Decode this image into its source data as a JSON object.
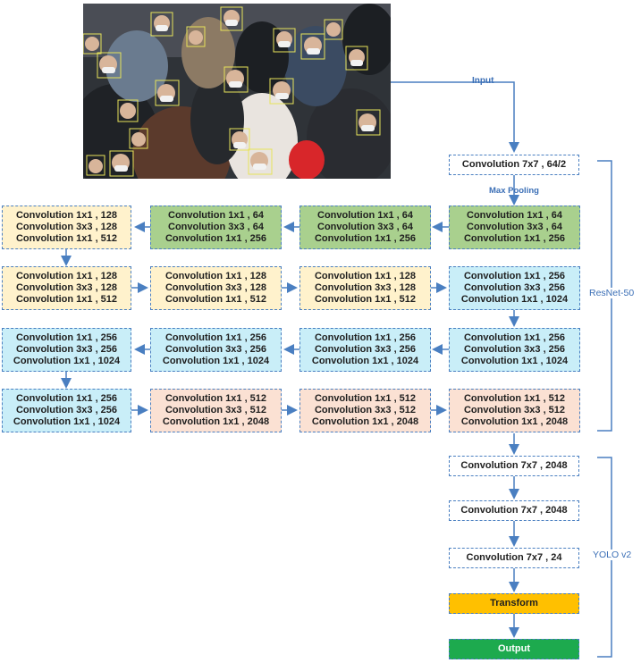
{
  "colors": {
    "arrow": "#4a7fc1",
    "stage1": "#a9d08e",
    "stage2": "#fff2cc",
    "stage3": "#c9eef8",
    "stage4": "#fbe1d3",
    "transform": "#ffc000",
    "output": "#1daa4e",
    "white": "#ffffff"
  },
  "labels": {
    "input": "Input",
    "max_pooling": "Max Pooling",
    "resnet": "ResNet-50",
    "yolo": "YOLO v2"
  },
  "blocks": {
    "conv_first": "Convolution 7x7 , 64/2",
    "r1c1": [
      "Convolution 1x1 , 128",
      "Convolution 3x3 , 128",
      "Convolution 1x1 , 512"
    ],
    "r1c2": [
      "Convolution 1x1 , 64",
      "Convolution 3x3 , 64",
      "Convolution 1x1 , 256"
    ],
    "r1c3": [
      "Convolution 1x1 , 64",
      "Convolution 3x3 , 64",
      "Convolution 1x1 , 256"
    ],
    "r1c4": [
      "Convolution 1x1 , 64",
      "Convolution 3x3 , 64",
      "Convolution 1x1 , 256"
    ],
    "r2c1": [
      "Convolution 1x1 , 128",
      "Convolution 3x3 , 128",
      "Convolution 1x1 , 512"
    ],
    "r2c2": [
      "Convolution 1x1 , 128",
      "Convolution 3x3 , 128",
      "Convolution 1x1 , 512"
    ],
    "r2c3": [
      "Convolution 1x1 , 128",
      "Convolution 3x3 , 128",
      "Convolution 1x1 , 512"
    ],
    "r2c4": [
      "Convolution 1x1 , 256",
      "Convolution 3x3 , 256",
      "Convolution 1x1 , 1024"
    ],
    "r3c1": [
      "Convolution 1x1 , 256",
      "Convolution 3x3 , 256",
      "Convolution 1x1 , 1024"
    ],
    "r3c2": [
      "Convolution 1x1 , 256",
      "Convolution 3x3 , 256",
      "Convolution 1x1 , 1024"
    ],
    "r3c3": [
      "Convolution 1x1 , 256",
      "Convolution 3x3 , 256",
      "Convolution 1x1 , 1024"
    ],
    "r3c4": [
      "Convolution 1x1 , 256",
      "Convolution 3x3 , 256",
      "Convolution 1x1 , 1024"
    ],
    "r4c1": [
      "Convolution 1x1 , 256",
      "Convolution 3x3 , 256",
      "Convolution 1x1 , 1024"
    ],
    "r4c2": [
      "Convolution 1x1 , 512",
      "Convolution 3x3 , 512",
      "Convolution 1x1 , 2048"
    ],
    "r4c3": [
      "Convolution 1x1 , 512",
      "Convolution 3x3 , 512",
      "Convolution 1x1 , 2048"
    ],
    "r4c4": [
      "Convolution 1x1 , 512",
      "Convolution 3x3 , 512",
      "Convolution 1x1 , 2048"
    ],
    "yolo1": "Convolution 7x7 , 2048",
    "yolo2": "Convolution 7x7 , 2048",
    "yolo3": "Convolution 7x7 , 24",
    "transform": "Transform",
    "output": "Output"
  },
  "image": {
    "description_icon": "crowd-photo-with-face-detection-boxes"
  }
}
